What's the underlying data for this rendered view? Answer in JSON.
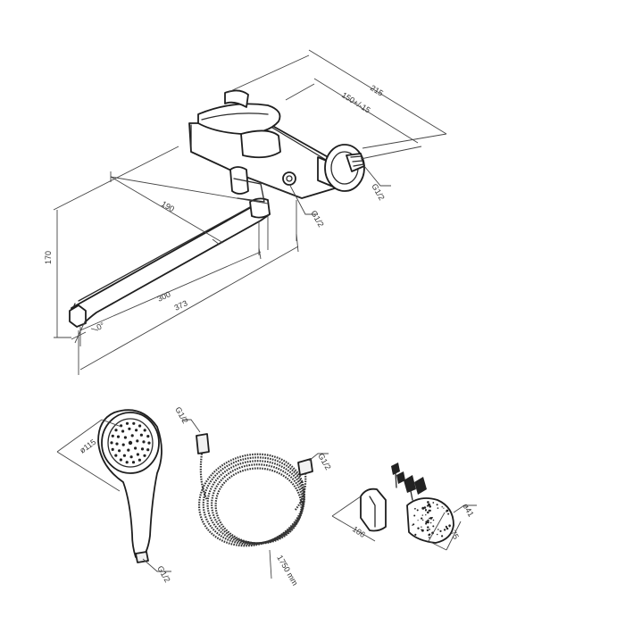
{
  "faucet": {
    "dim_overall_width": "215",
    "dim_center_distance": "150+/-15",
    "dim_spout_reach": "190",
    "dim_height": "170",
    "dim_spout_300": "300",
    "dim_spout_373": "373",
    "dim_swivel_angle": "0°",
    "thread_wall": "G1/2",
    "thread_shower_outlet": "G1/2"
  },
  "shower_head": {
    "dim_diameter": "ø115",
    "thread": "G1/2"
  },
  "hose": {
    "thread_top_left": "G1/2",
    "thread_top_right": "G1/2",
    "dim_length": "1750 mm"
  },
  "holder": {
    "dim_106": "106",
    "dim_75": "75",
    "dim_diameter": "ø41"
  }
}
